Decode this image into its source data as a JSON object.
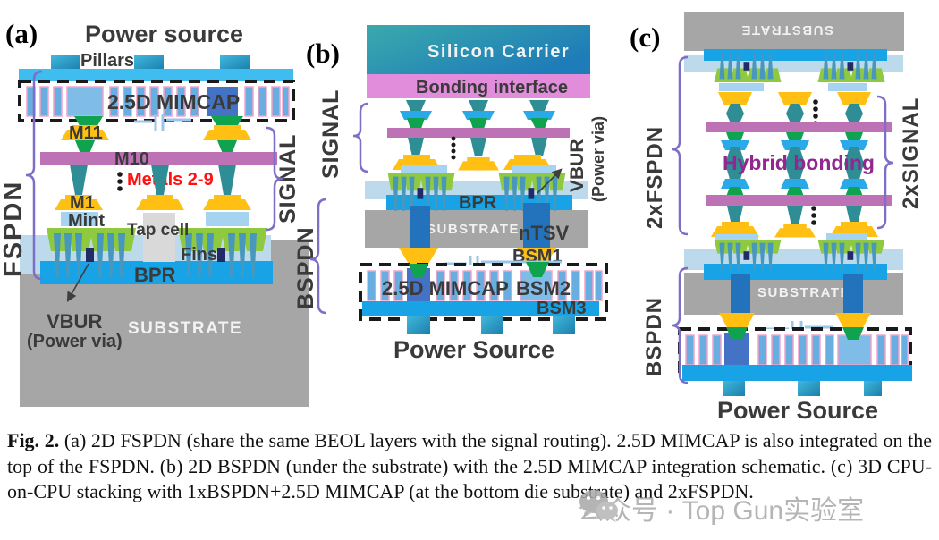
{
  "figure": {
    "panel_a": {
      "tag": "(a)",
      "title": "Power source",
      "pillars": "Pillars",
      "mimcap": "2.5D MIMCAP",
      "m11": "M11",
      "m10": "M10",
      "metals": "Metals 2-9",
      "m1": "M1",
      "mint": "Mint",
      "tap_cell": "Tap cell",
      "fins": "Fins",
      "bpr": "BPR",
      "substrate": "SUBSTRATE",
      "vbur_line1": "VBUR",
      "vbur_line2": "(Power via)",
      "axis_left": "FSPDN",
      "axis_right": "SIGNAL"
    },
    "panel_b": {
      "tag": "(b)",
      "silicon_carrier": "Silicon Carrier",
      "bonding_interface": "Bonding interface",
      "axis_signal": "SIGNAL",
      "axis_bspdn": "BSPDN",
      "vbur_line1": "VBUR",
      "vbur_line2": "(Power via)",
      "bpr": "BPR",
      "substrate": "SUBSTRATE",
      "ntsv": "nTSV",
      "bsm1": "BSM1",
      "mimcap": "2.5D MIMCAP",
      "bsm2": "BSM2",
      "bsm3": "BSM3",
      "power_source": "Power Source"
    },
    "panel_c": {
      "tag": "(c)",
      "substrate_top": "SUBSTRATE",
      "hybrid_bonding": "Hybrid bonding",
      "substrate_bottom": "SUBSTRATE",
      "axis_left_top": "2xFSPDN",
      "axis_right": "2xSIGNAL",
      "axis_left_bottom": "BSPDN",
      "power_source": "Power Source"
    }
  },
  "caption": {
    "fig_label": "Fig. 2.",
    "body": " (a) 2D FSPDN (share the same BEOL layers with the signal routing). 2.5D MIMCAP is also integrated on the top of the FSPDN. (b) 2D BSPDN (under the substrate) with the 2.5D MIMCAP integration schematic. (c) 3D CPU-on-CPU stacking with 1xBSPDN+2.5D MIMCAP (at the bottom die substrate) and 2xFSPDN."
  },
  "watermark": {
    "text": "公众号 · Top Gun实验室"
  },
  "colors": {
    "bpr_blue": "#17A3E6",
    "sky_bar": "#3FBCF0",
    "pad_blue": "#29A9E8",
    "royal_blue": "#4472C4",
    "ntsv_blue": "#2273BC",
    "finger_blue": "#68AEE0",
    "finger_outline": "#F2A3CB",
    "mint": "#A5D3F0",
    "sti_band": "#BCDAEC",
    "lime_green": "#8FC93F",
    "via_green": "#0FA24F",
    "pad_yellow": "#FFC013",
    "teal_via": "#2E8D95",
    "fin_teal": "#4897BD",
    "m10_pink": "#BE72B6",
    "bonding_pink": "#E28CDC",
    "substrate_gray": "#A6A6A6",
    "tap_gray": "#D9D9D9",
    "vbur_navy": "#232A68",
    "brace_purple": "#7D6EC8",
    "hybrid_purple": "#92278F",
    "metals_red": "#FF1111",
    "label_dark": "#3A3A3A"
  }
}
